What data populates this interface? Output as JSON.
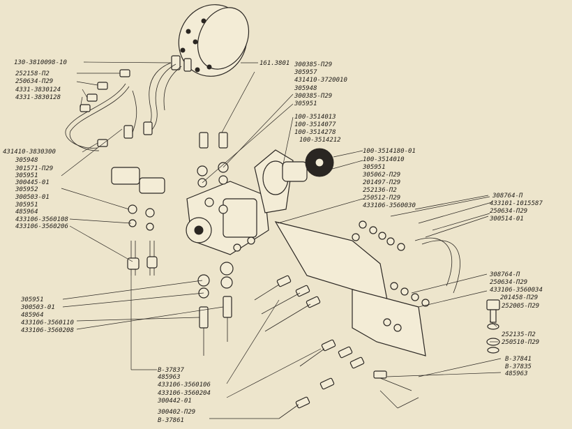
{
  "labels_left": [
    "130-3810098-10",
    "252158-П2",
    "250634-П29",
    "4331-3830124",
    "4331-3830128",
    "431410-3830300",
    "305948",
    "301571-П29",
    "305951",
    "300445-01",
    "305952",
    "300503-01",
    "305951",
    "485964",
    "433106-3560108",
    "433106-3560206",
    "305951",
    "300503-01",
    "485964",
    "433106-3560110",
    "433106-3560208"
  ],
  "labels_top": [
    "161.3801",
    "300385-П29",
    "305957",
    "431410-3720010",
    "305948",
    "300385-П29",
    "305951",
    "100-3514013",
    "100-3514077",
    "100-3514278",
    "100-3514212"
  ],
  "labels_right_mid": [
    "100-3514180-01",
    "100-3514010",
    "305951",
    "305062-П29",
    "201497-П29",
    "252136-П2",
    "250512-П29",
    "433106-3560030"
  ],
  "labels_right": [
    "308764-П",
    "433101-1015587",
    "250634-П29",
    "300514-01",
    "308764-П",
    "250634-П29",
    "433106-3560034",
    "201458-П29",
    "252005-П29",
    "252135-П2",
    "250510-П29",
    "В-37841",
    "В-37835",
    "485963"
  ],
  "labels_bottom": [
    "В-37837",
    "485963",
    "433106-3560106",
    "433106-3560204",
    "300442-01",
    "300402-П29",
    "В-37861"
  ]
}
